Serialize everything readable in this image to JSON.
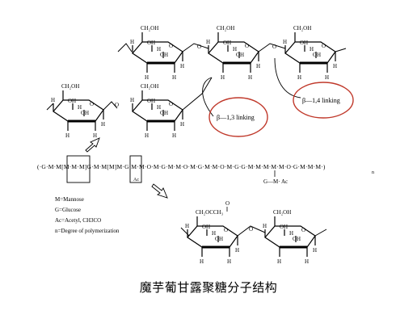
{
  "caption": "魔芋葡甘露聚糖分子结构",
  "ring_labels": {
    "ch2oh": "CH₂OH",
    "h": "H",
    "oh": "OH",
    "o": "O",
    "acetyl_group": "CH₂OCCH₃",
    "carbonyl_o": "O"
  },
  "annotations": {
    "link_13": "β—1,3 linking",
    "link_14": "β—1,4 linking"
  },
  "backbone": {
    "segments": [
      "(",
      "G",
      "M",
      "M",
      "[",
      "M",
      "M",
      "M",
      "]",
      "G",
      "M",
      "M",
      "[",
      "M",
      "]",
      "M",
      "G",
      "M",
      "M",
      "O",
      "M",
      "G",
      "M",
      "M",
      "O",
      "M",
      "G",
      "M",
      "M",
      "O",
      "M",
      "G",
      "G",
      "M",
      "M",
      "M",
      "M",
      "M",
      "O",
      "G",
      "M",
      "M",
      "M",
      ")"
    ],
    "branch": "G—M· Ac",
    "branch_ac": "Ac",
    "subscript": "n"
  },
  "legend": [
    "M=Mannose",
    "G=Glucose",
    "Ac=Acetyl, CH3CO",
    "n=Degree of polymerization"
  ],
  "colors": {
    "line": "#000000",
    "ellipse": "#c0392b"
  }
}
